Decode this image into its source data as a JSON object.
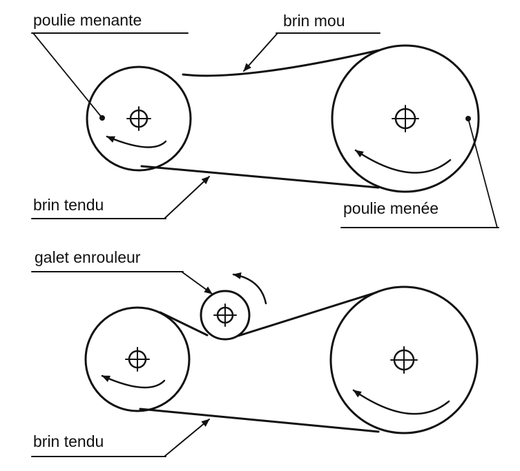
{
  "figure": {
    "top": {
      "label_driver_pulley": "poulie menante",
      "label_slack_side": "brin mou",
      "label_tight_side": "brin tendu",
      "label_driven_pulley": "poulie menée"
    },
    "bottom": {
      "label_idler": "galet enrouleur",
      "label_tight_side": "brin tendu"
    }
  },
  "colors": {
    "ink": "#111111",
    "paper": "#ffffff"
  }
}
